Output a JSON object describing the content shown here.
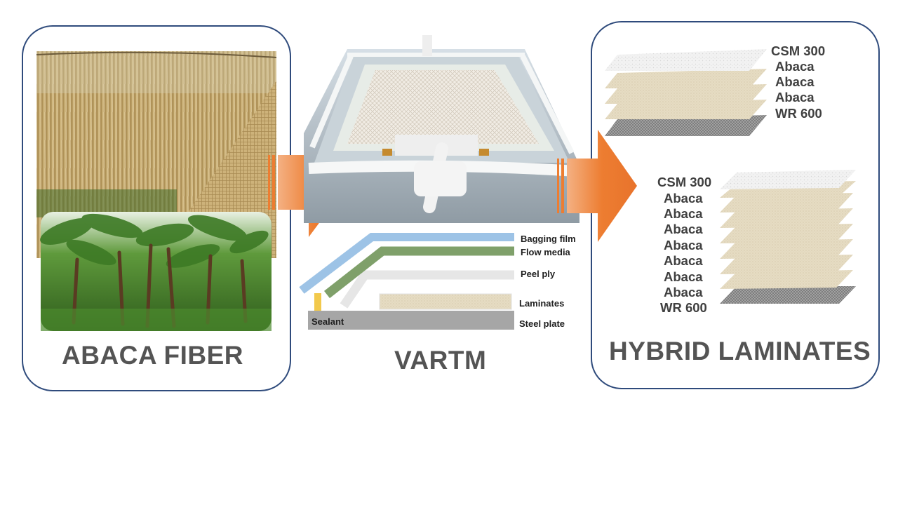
{
  "titles": {
    "abaca_fiber": "ABACA FIBER",
    "vartm": "VARTM",
    "hybrid_laminates": "HYBRID LAMINATES"
  },
  "vartm_diagram": {
    "bagging_film": "Bagging film",
    "flow_media": "Flow media",
    "peel_ply": "Peel ply",
    "laminates": "Laminates",
    "sealant": "Sealant",
    "steel_plate": "Steel plate"
  },
  "laminate_top": {
    "layers": [
      "CSM 300",
      "Abaca",
      "Abaca",
      "Abaca",
      "WR 600"
    ]
  },
  "laminate_bottom": {
    "layers": [
      "CSM 300",
      "Abaca",
      "Abaca",
      "Abaca",
      "Abaca",
      "Abaca",
      "Abaca",
      "Abaca",
      "WR 600"
    ]
  },
  "colors": {
    "panel_border": "#2f4b7c",
    "arrow": "#e8732c",
    "abaca_layer": "#e6dcc3",
    "csm_layer": "#eeeeee",
    "wr_layer": "#9a9a9a",
    "bagging_film": "#9dc3e6",
    "flow_media": "#7fa06a",
    "sealant": "#f2c94c",
    "steel_plate": "#a6a6a6"
  }
}
